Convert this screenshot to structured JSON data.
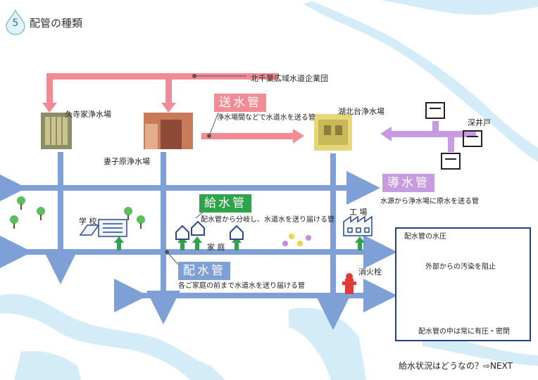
{
  "header": {
    "number": "5",
    "title": "配管の種類"
  },
  "labels": {
    "authority": "北千葉広域水道企業団",
    "plant_kuji": "久寺家浄水場",
    "plant_tsumako": "妻子原浄水場",
    "plant_kohoku": "湖北台浄水場",
    "well": "深井戸",
    "school": "学 校",
    "home": "家 庭",
    "factory": "工 場",
    "hydrant": "消火栓"
  },
  "pipes": {
    "send": {
      "name": "送水管",
      "desc": "浄水場間などで水道水を送る管"
    },
    "guide": {
      "name": "導水管",
      "desc": "水源から浄水場に原水を送る管"
    },
    "supply": {
      "name": "給水管",
      "desc": "配水管から分岐し、水道水を送り届ける管"
    },
    "distribution": {
      "name": "配水管",
      "desc": "各ご家庭の前まで水道水を送り届ける管"
    }
  },
  "pressure_box": {
    "title": "配水管の水圧",
    "note_outside": "外部からの汚染を阻止",
    "note_inside": "配水管の中は常に有圧・密閉"
  },
  "footer": {
    "next": "給水状況はどうなの？⇨NEXT"
  },
  "colors": {
    "send": "#f28b95",
    "guide": "#c79be0",
    "supply": "#2fa34a",
    "distribution": "#7fa0d6",
    "river": "#cfe9f6",
    "box_border": "#1f3f86"
  }
}
